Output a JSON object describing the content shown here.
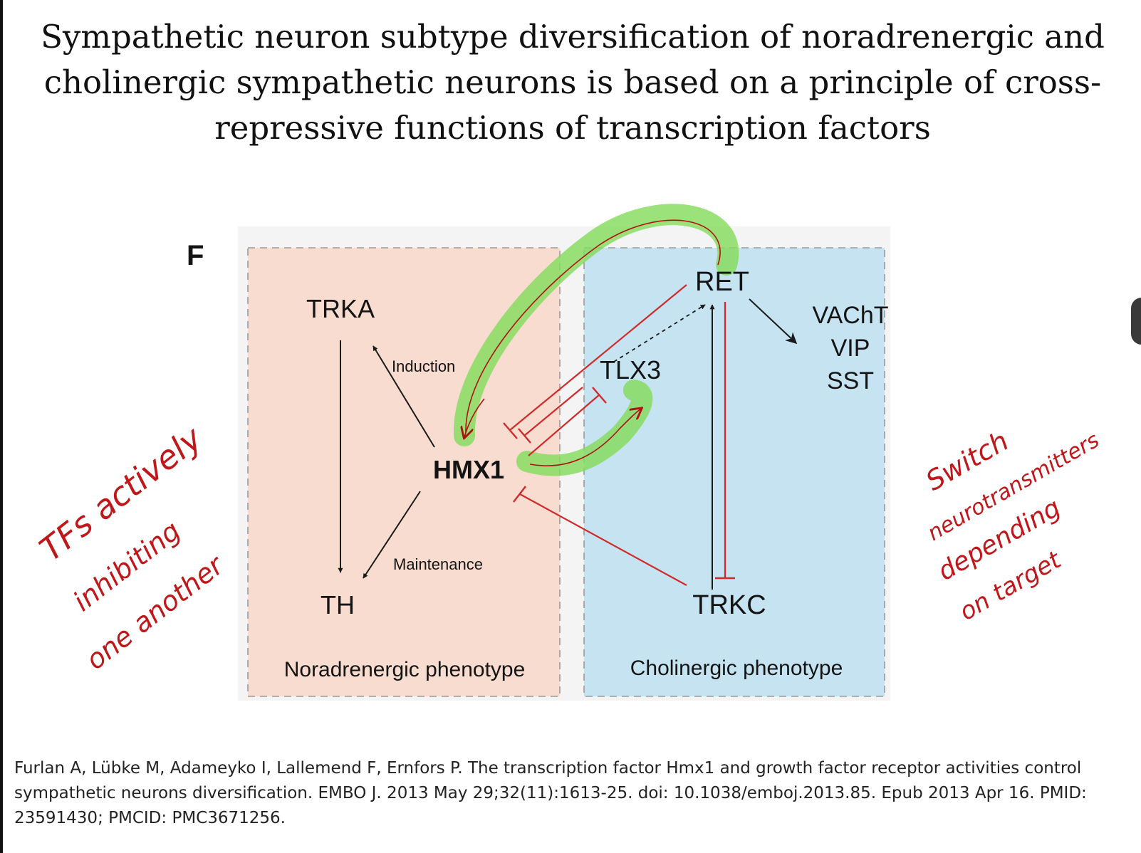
{
  "slide": {
    "title_lines": [
      "Sympathetic neuron subtype diversification of noradrenergic and",
      "cholinergic sympathetic neurons is based on a principle of cross-",
      "repressive functions of transcription factors"
    ],
    "citation": "Furlan A, Lübke M, Adameyko I, Lallemend F, Ernfors P. The transcription factor Hmx1 and growth factor receptor activities control sympathetic neurons diversification. EMBO J. 2013 May 29;32(11):1613-25. doi: 10.1038/emboj.2013.85. Epub 2013 Apr 16. PMID: 23591430; PMCID: PMC3671256."
  },
  "figure": {
    "panel_letter": "F",
    "regions": {
      "noradrenergic": {
        "label": "Noradrenergic phenotype",
        "color": "#f7dccf"
      },
      "cholinergic": {
        "label": "Cholinergic phenotype",
        "color": "#c6e3f1"
      }
    },
    "nodes": {
      "trka": "TRKA",
      "th": "TH",
      "hmx1": "HMX1",
      "tlx3": "TLX3",
      "ret": "RET",
      "trkc": "TRKC",
      "vacht": "VAChT",
      "vip": "VIP",
      "sst": "SST"
    },
    "edge_labels": {
      "induction": "Induction",
      "maintenance": "Maintenance"
    },
    "colors": {
      "inhibition": "#d02a2a",
      "activation": "#1a1a1a",
      "highlight": "#84dc5c",
      "ink": "#b01214"
    }
  },
  "annotations": {
    "left_note_lines": [
      "TFs actively",
      "inhibiting",
      "one another"
    ],
    "right_note_lines": [
      "Switch",
      "neurotransmitters",
      "depending",
      "on target"
    ]
  }
}
